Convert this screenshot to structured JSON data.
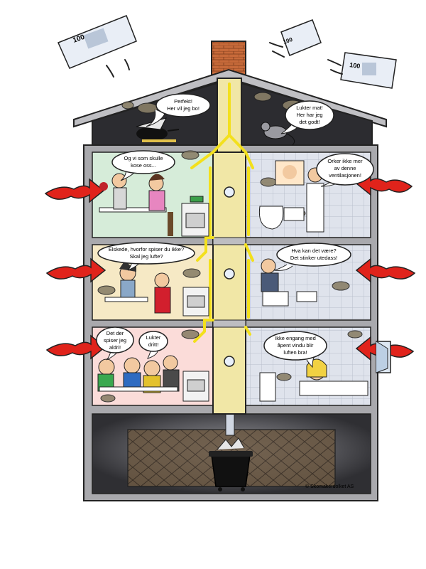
{
  "bubbles": {
    "attic_left": [
      "Perfekt!",
      "Her vil jeg bo!"
    ],
    "attic_right": [
      "Lukter mat!",
      "Her har jeg",
      "det godt!"
    ],
    "top_left": [
      "Og vi som skulle",
      "kose oss..."
    ],
    "top_right": [
      "Orker ikke mer",
      "av denne",
      "ventilasjonen!"
    ],
    "mid_left": [
      "Elskede, hvorfor spiser du ikke?",
      "Skal jeg lufte?"
    ],
    "mid_right": [
      "Hva kan det være?",
      "Det stinker utedass!"
    ],
    "bot_left_a": [
      "Det der",
      "spiser jeg",
      "aldri!"
    ],
    "bot_left_b": [
      "Lukter",
      "dritt!"
    ],
    "bot_right": [
      "Ikke engang med",
      "åpent vindu blir",
      "luften bra!"
    ]
  },
  "banknotes": [
    "100",
    "100",
    "100"
  ],
  "credit": "© Skomakerdolket AS",
  "colors": {
    "wall": "#a9a9ad",
    "attic": "#2c2c30",
    "duct": "#f1e7a6",
    "yellow_pipe": "#f3e01c",
    "arrow": "#e0231b",
    "kitchen": "#d6ecd9",
    "kitchen_mid": "#f6e9c5",
    "kitchen_bot": "#fbdcd9",
    "bath": "#d9dde8",
    "chimney": "#c76a3a",
    "basement": "#4a4a4e"
  }
}
